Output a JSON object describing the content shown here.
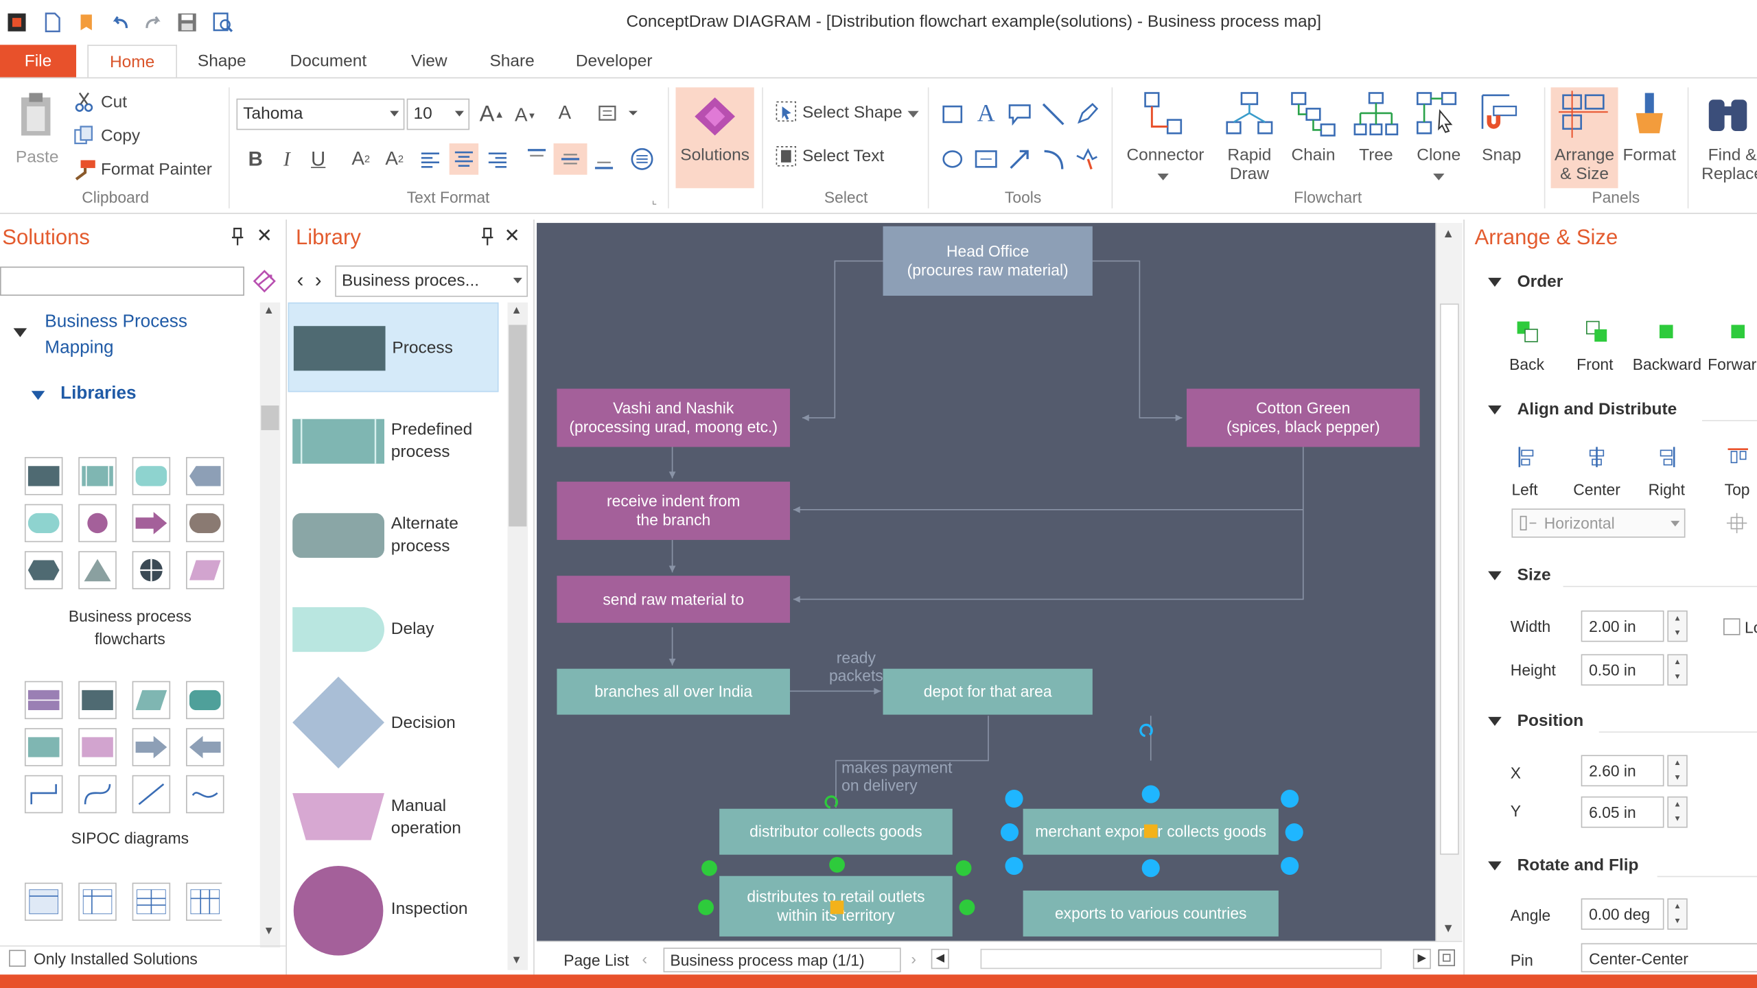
{
  "app": {
    "title": "ConceptDraw DIAGRAM - [Distribution flowchart example(solutions) - Business process map]"
  },
  "tabs": [
    {
      "label": "File"
    },
    {
      "label": "Home"
    },
    {
      "label": "Shape"
    },
    {
      "label": "Document"
    },
    {
      "label": "View"
    },
    {
      "label": "Share"
    },
    {
      "label": "Developer"
    }
  ],
  "ribbon": {
    "clipboard": {
      "paste": "Paste",
      "cut": "Cut",
      "copy": "Copy",
      "format_painter": "Format Painter",
      "label": "Clipboard"
    },
    "text_format": {
      "font": "Tahoma",
      "size": "10",
      "label": "Text Format"
    },
    "solutions": {
      "label": "Solutions"
    },
    "select": {
      "select_shape": "Select Shape",
      "select_text": "Select Text",
      "label": "Select"
    },
    "tools": {
      "label": "Tools"
    },
    "flowchart": {
      "connector": "Connector",
      "rapid_draw_1": "Rapid",
      "rapid_draw_2": "Draw",
      "chain": "Chain",
      "tree": "Tree",
      "clone": "Clone",
      "snap": "Snap",
      "label": "Flowchart"
    },
    "panels": {
      "arrange_1": "Arrange",
      "arrange_2": "& Size",
      "format": "Format",
      "find_1": "Find &",
      "find_2": "Replace",
      "label": "Panels"
    }
  },
  "solutions_panel": {
    "title": "Solutions",
    "search_value": "",
    "tree": {
      "bpm_1": "Business Process",
      "bpm_2": "Mapping",
      "libraries": "Libraries"
    },
    "lib1_1": "Business process",
    "lib1_2": "flowcharts",
    "lib2": "SIPOC diagrams",
    "only_installed": "Only Installed Solutions"
  },
  "library_panel": {
    "title": "Library",
    "selected": "Business proces...",
    "items": [
      {
        "l1": "Process",
        "l2": ""
      },
      {
        "l1": "Predefined",
        "l2": "process"
      },
      {
        "l1": "Alternate",
        "l2": "process"
      },
      {
        "l1": "Delay",
        "l2": ""
      },
      {
        "l1": "Decision",
        "l2": ""
      },
      {
        "l1": "Manual",
        "l2": "operation"
      },
      {
        "l1": "Inspection",
        "l2": ""
      }
    ]
  },
  "diagram": {
    "head_office_1": "Head Office",
    "head_office_2": "(procures raw material)",
    "vashi_1": "Vashi and Nashik",
    "vashi_2": "(processing urad, moong etc.)",
    "cotton_1": "Cotton Green",
    "cotton_2": "(spices, black pepper)",
    "indent_1": "receive indent from",
    "indent_2": "the branch",
    "send": "send raw material to",
    "branches": "branches all over India",
    "depot": "depot for that area",
    "ready_1": "ready",
    "ready_2": "packets",
    "payment_1": "makes payment",
    "payment_2": "on delivery",
    "distributor": "distributor collects goods",
    "merchant": "merchant exporter collects goods",
    "retail_1": "distributes to retail outlets",
    "retail_2": "within its territory",
    "exports": "exports to various countries"
  },
  "pagebar": {
    "page_list": "Page List",
    "page": "Business process map (1/1)"
  },
  "arrange_panel": {
    "title": "Arrange & Size",
    "order": {
      "label": "Order",
      "back": "Back",
      "front": "Front",
      "backward": "Backward",
      "forward": "Forward"
    },
    "align": {
      "label": "Align and Distribute",
      "left": "Left",
      "center": "Center",
      "right": "Right",
      "top": "Top",
      "direction": "Horizontal"
    },
    "size": {
      "label": "Size",
      "width_label": "Width",
      "width": "2.00 in",
      "height_label": "Height",
      "height": "0.50 in",
      "lock": "Lock"
    },
    "position": {
      "label": "Position",
      "x_label": "X",
      "x": "2.60 in",
      "y_label": "Y",
      "y": "6.05 in"
    },
    "rotate": {
      "label": "Rotate and Flip",
      "angle_label": "Angle",
      "angle": "0.00 deg",
      "pin_label": "Pin",
      "pin": "Center-Center"
    }
  },
  "colors": {
    "accent": "#e8512b",
    "canvas": "#545b6d",
    "node_blue": "#8d9fb6",
    "node_purple": "#a4609a",
    "node_teal": "#7fb6b2"
  }
}
